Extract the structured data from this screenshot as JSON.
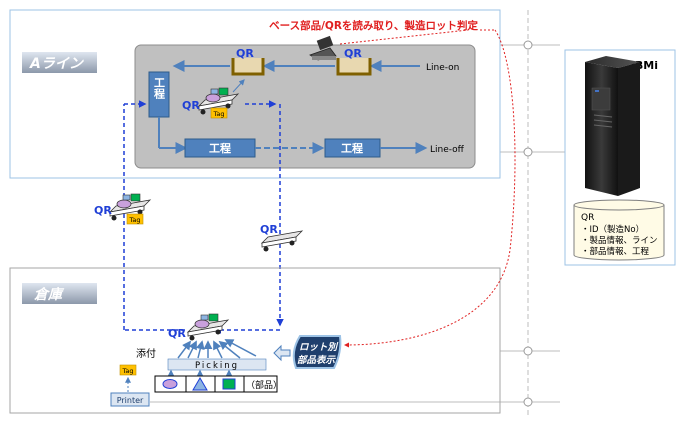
{
  "annotation_top": "ベース部品/QRを読み取り、製造ロット判定",
  "line_a": {
    "label": "Aライン",
    "process_label": "工程",
    "qr_label": "QR",
    "tag_label": "Tag",
    "line_on": "Line-on",
    "line_off": "Line-off"
  },
  "warehouse": {
    "label": "倉庫",
    "attach_label": "添付",
    "picking_label": "Picking",
    "parts_label": "（部品）",
    "printer_label": "Printer",
    "lot_display": [
      "ロット別",
      "部品表示"
    ]
  },
  "ibmi": {
    "label": "IBMi",
    "db_title": "QR",
    "db_items": [
      "・ID（製造No）",
      "・製品情報、ライン",
      "・部品情報、工程"
    ]
  },
  "colors": {
    "arrow_blue": "#4f81bd",
    "dash_blue": "#1f3fd6",
    "red": "#e02020",
    "process_fill": "#4f81bd",
    "line_panel": "#c0c0c0",
    "tag_fill": "#ffc000"
  }
}
